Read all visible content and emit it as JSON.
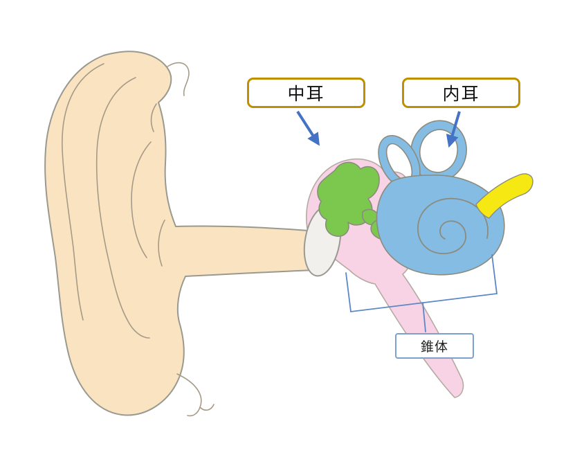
{
  "diagram": {
    "description": "Anatomical diagram of the human ear",
    "callouts": {
      "middle_ear": "中耳",
      "inner_ear": "内耳",
      "pyramid": "錐体"
    },
    "regions": [
      {
        "name": "outer-ear-pinna",
        "color": "#FAE3C0"
      },
      {
        "name": "ear-canal",
        "color": "#FAE3C0"
      },
      {
        "name": "eardrum",
        "color": "#F1F0EC"
      },
      {
        "name": "middle-ear-cavity",
        "color": "#F8D3E6"
      },
      {
        "name": "ossicles",
        "color": "#7CC84E"
      },
      {
        "name": "inner-ear-cochlea",
        "color": "#85BCE4"
      },
      {
        "name": "nerve-band",
        "color": "#F6E813"
      }
    ],
    "accents": {
      "callout_border_gold": "#BF8F00",
      "callout_border_blue": "#7CA0CE",
      "arrow_blue": "#4472C4",
      "bracket_blue": "#5B87C5",
      "outline_gray": "#999990"
    }
  }
}
